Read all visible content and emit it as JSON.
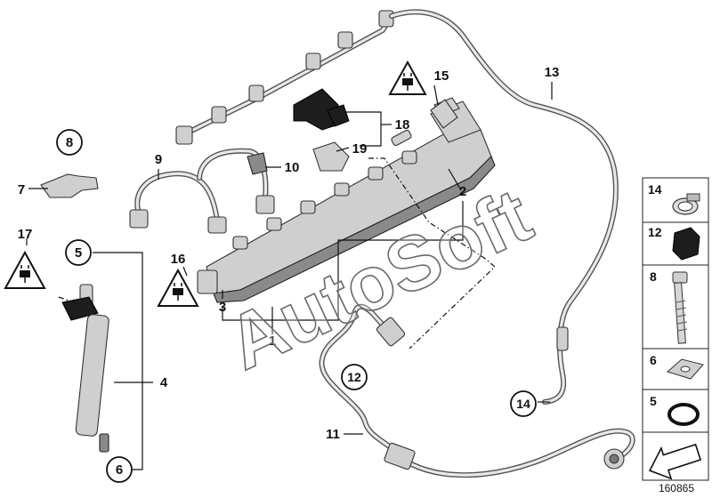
{
  "diagram": {
    "callouts": [
      {
        "id": "c1",
        "text": "1"
      },
      {
        "id": "c2",
        "text": "2"
      },
      {
        "id": "c3",
        "text": "3"
      },
      {
        "id": "c4",
        "text": "4"
      },
      {
        "id": "c5",
        "text": "5"
      },
      {
        "id": "c6",
        "text": "6"
      },
      {
        "id": "c7",
        "text": "7"
      },
      {
        "id": "c8",
        "text": "8"
      },
      {
        "id": "c9",
        "text": "9"
      },
      {
        "id": "c10",
        "text": "10"
      },
      {
        "id": "c11",
        "text": "11"
      },
      {
        "id": "c12",
        "text": "12"
      },
      {
        "id": "c13",
        "text": "13"
      },
      {
        "id": "c14",
        "text": "14"
      },
      {
        "id": "c15",
        "text": "15"
      },
      {
        "id": "c16",
        "text": "16"
      },
      {
        "id": "c17",
        "text": "17"
      },
      {
        "id": "c18",
        "text": "18"
      },
      {
        "id": "c19",
        "text": "19"
      }
    ],
    "sidebar": [
      {
        "id": "s14",
        "text": "14"
      },
      {
        "id": "s12",
        "text": "12"
      },
      {
        "id": "s8",
        "text": "8"
      },
      {
        "id": "s6",
        "text": "6"
      },
      {
        "id": "s5",
        "text": "5"
      }
    ],
    "watermark": "AutoSoft",
    "doc_number": "160865",
    "colors": {
      "line": "#111111",
      "pipe": "#555555",
      "part": "#cfcfcf",
      "dark_part": "#1d1d1d",
      "background": "#ffffff"
    },
    "icons": [
      "warning-triangle-icon",
      "plug-icon",
      "direction-arrow-icon"
    ]
  }
}
